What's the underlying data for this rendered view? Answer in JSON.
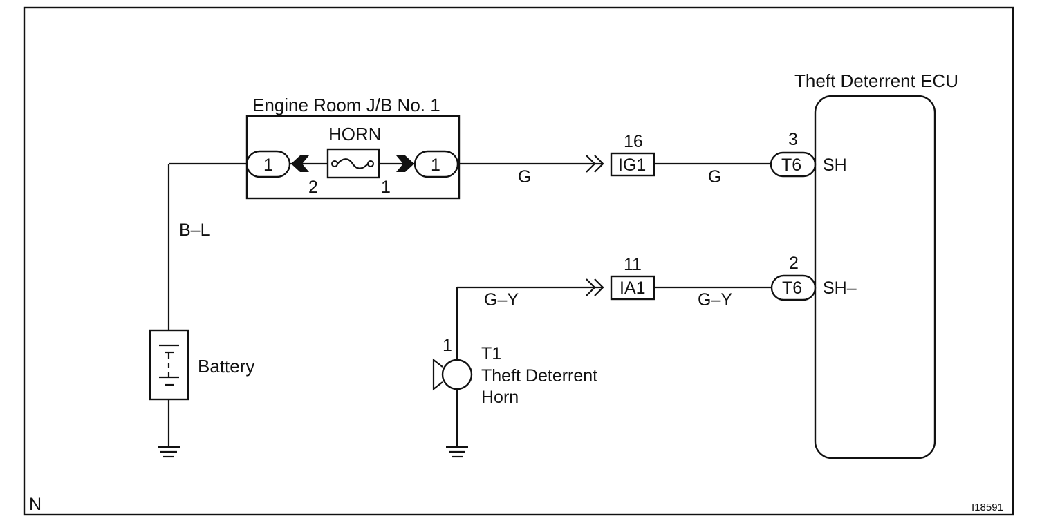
{
  "corner_label": "N",
  "figure_id": "I18591",
  "junction_block": {
    "title": "Engine Room J/B No. 1",
    "fuse_label": "HORN",
    "left_connector": "1",
    "right_connector": "1",
    "left_pin": "2",
    "right_pin": "1"
  },
  "ecu": {
    "title": "Theft Deterrent ECU",
    "pin_sh_label": "SH",
    "pin_sh_minus_label": "SH–",
    "conn_top": "T6",
    "conn_top_pin": "3",
    "conn_bottom": "T6",
    "conn_bottom_pin": "2"
  },
  "connectors": {
    "ig1": {
      "label": "IG1",
      "pin": "16"
    },
    "ia1": {
      "label": "IA1",
      "pin": "11"
    }
  },
  "wires": {
    "battery_wire": "B–L",
    "g_left": "G",
    "g_right": "G",
    "gy_left": "G–Y",
    "gy_right": "G–Y"
  },
  "battery": {
    "label": "Battery"
  },
  "horn": {
    "pin": "1",
    "code": "T1",
    "name_line1": "Theft Deterrent",
    "name_line2": "Horn"
  }
}
